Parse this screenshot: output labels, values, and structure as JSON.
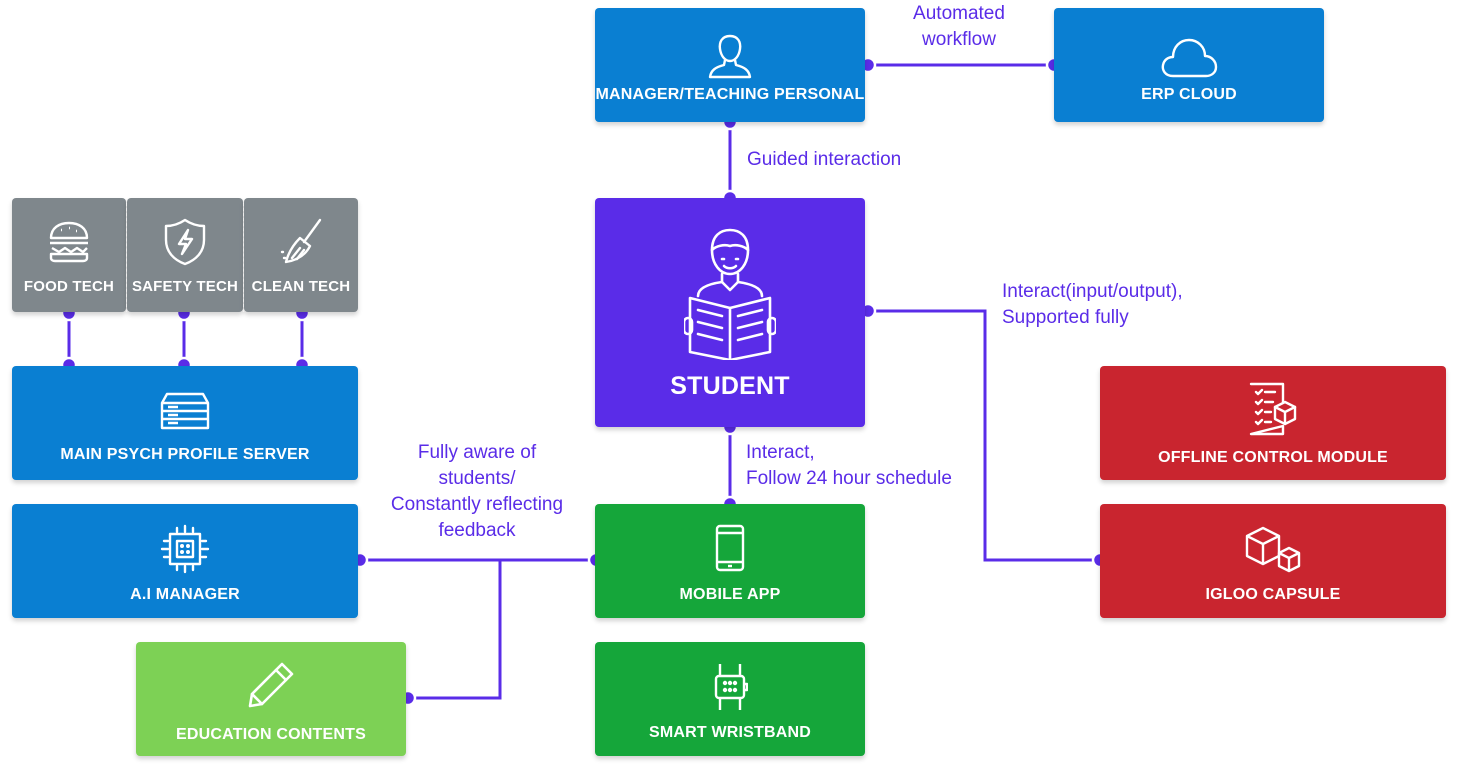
{
  "nodes": {
    "manager": "MANAGER/TEACHING PERSONAL",
    "erp": "ERP CLOUD",
    "student": "STUDENT",
    "food": "FOOD TECH",
    "safety": "SAFETY TECH",
    "clean": "CLEAN TECH",
    "server": "MAIN PSYCH PROFILE SERVER",
    "ai": "A.I MANAGER",
    "education": "EDUCATION CONTENTS",
    "mobile": "MOBILE APP",
    "wristband": "SMART WRISTBAND",
    "offline": "OFFLINE CONTROL MODULE",
    "igloo": "IGLOO CAPSULE"
  },
  "edges": {
    "automated": [
      "Automated",
      "workflow"
    ],
    "guided": "Guided interaction",
    "interact_io": [
      "Interact(input/output),",
      "Supported fully"
    ],
    "interact_schedule": [
      "Interact,",
      "Follow 24 hour schedule"
    ],
    "aware": [
      "Fully aware of",
      "students/",
      "Constantly reflecting",
      "feedback"
    ]
  },
  "icons": {
    "manager": "person-icon",
    "erp": "cloud-icon",
    "student": "student-reading-icon",
    "food": "burger-icon",
    "safety": "shield-bolt-icon",
    "clean": "broom-icon",
    "server": "server-icon",
    "ai": "chip-icon",
    "education": "pencil-icon",
    "mobile": "phone-icon",
    "wristband": "wristband-icon",
    "offline": "checklist-cube-icon",
    "igloo": "cubes-icon"
  },
  "colors": {
    "blue": "#0a7fd2",
    "purple": "#5a2ce8",
    "green": "#15a63a",
    "light_green": "#7dd155",
    "red": "#c9252f",
    "gray": "#7f878c",
    "connector": "#5a2ce8"
  }
}
